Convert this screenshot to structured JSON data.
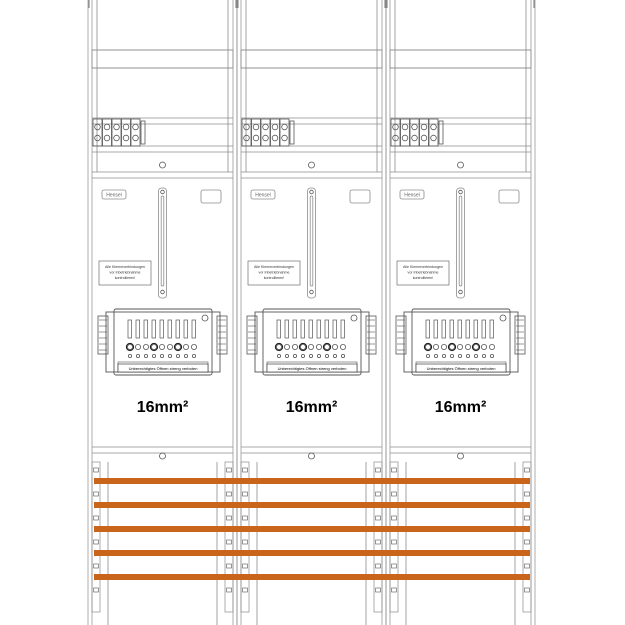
{
  "diagram": {
    "columns": [
      {
        "cross_section_label": "16mm²",
        "brand_label": "Hensel",
        "terminal_note": [
          "Alle Klemmverbindungen",
          "vor Inbetriebnahme",
          "kontrollieren!"
        ],
        "warning_label": "Unberechtigtes Öffnen streng verboten"
      },
      {
        "cross_section_label": "16mm²",
        "brand_label": "Hensel",
        "terminal_note": [
          "Alle Klemmverbindungen",
          "vor Inbetriebnahme",
          "kontrollieren!"
        ],
        "warning_label": "Unberechtigtes Öffnen streng verboten"
      },
      {
        "cross_section_label": "16mm²",
        "brand_label": "Hensel",
        "terminal_note": [
          "Alle Klemmverbindungen",
          "vor Inbetriebnahme",
          "kontrollieren!"
        ],
        "warning_label": "Unberechtigtes Öffnen streng verboten"
      }
    ],
    "busbar_count": 5,
    "colors": {
      "line": "#8c8c8c",
      "dark_line": "#555555",
      "busbar": "#c8651b",
      "background": "#ffffff"
    }
  }
}
